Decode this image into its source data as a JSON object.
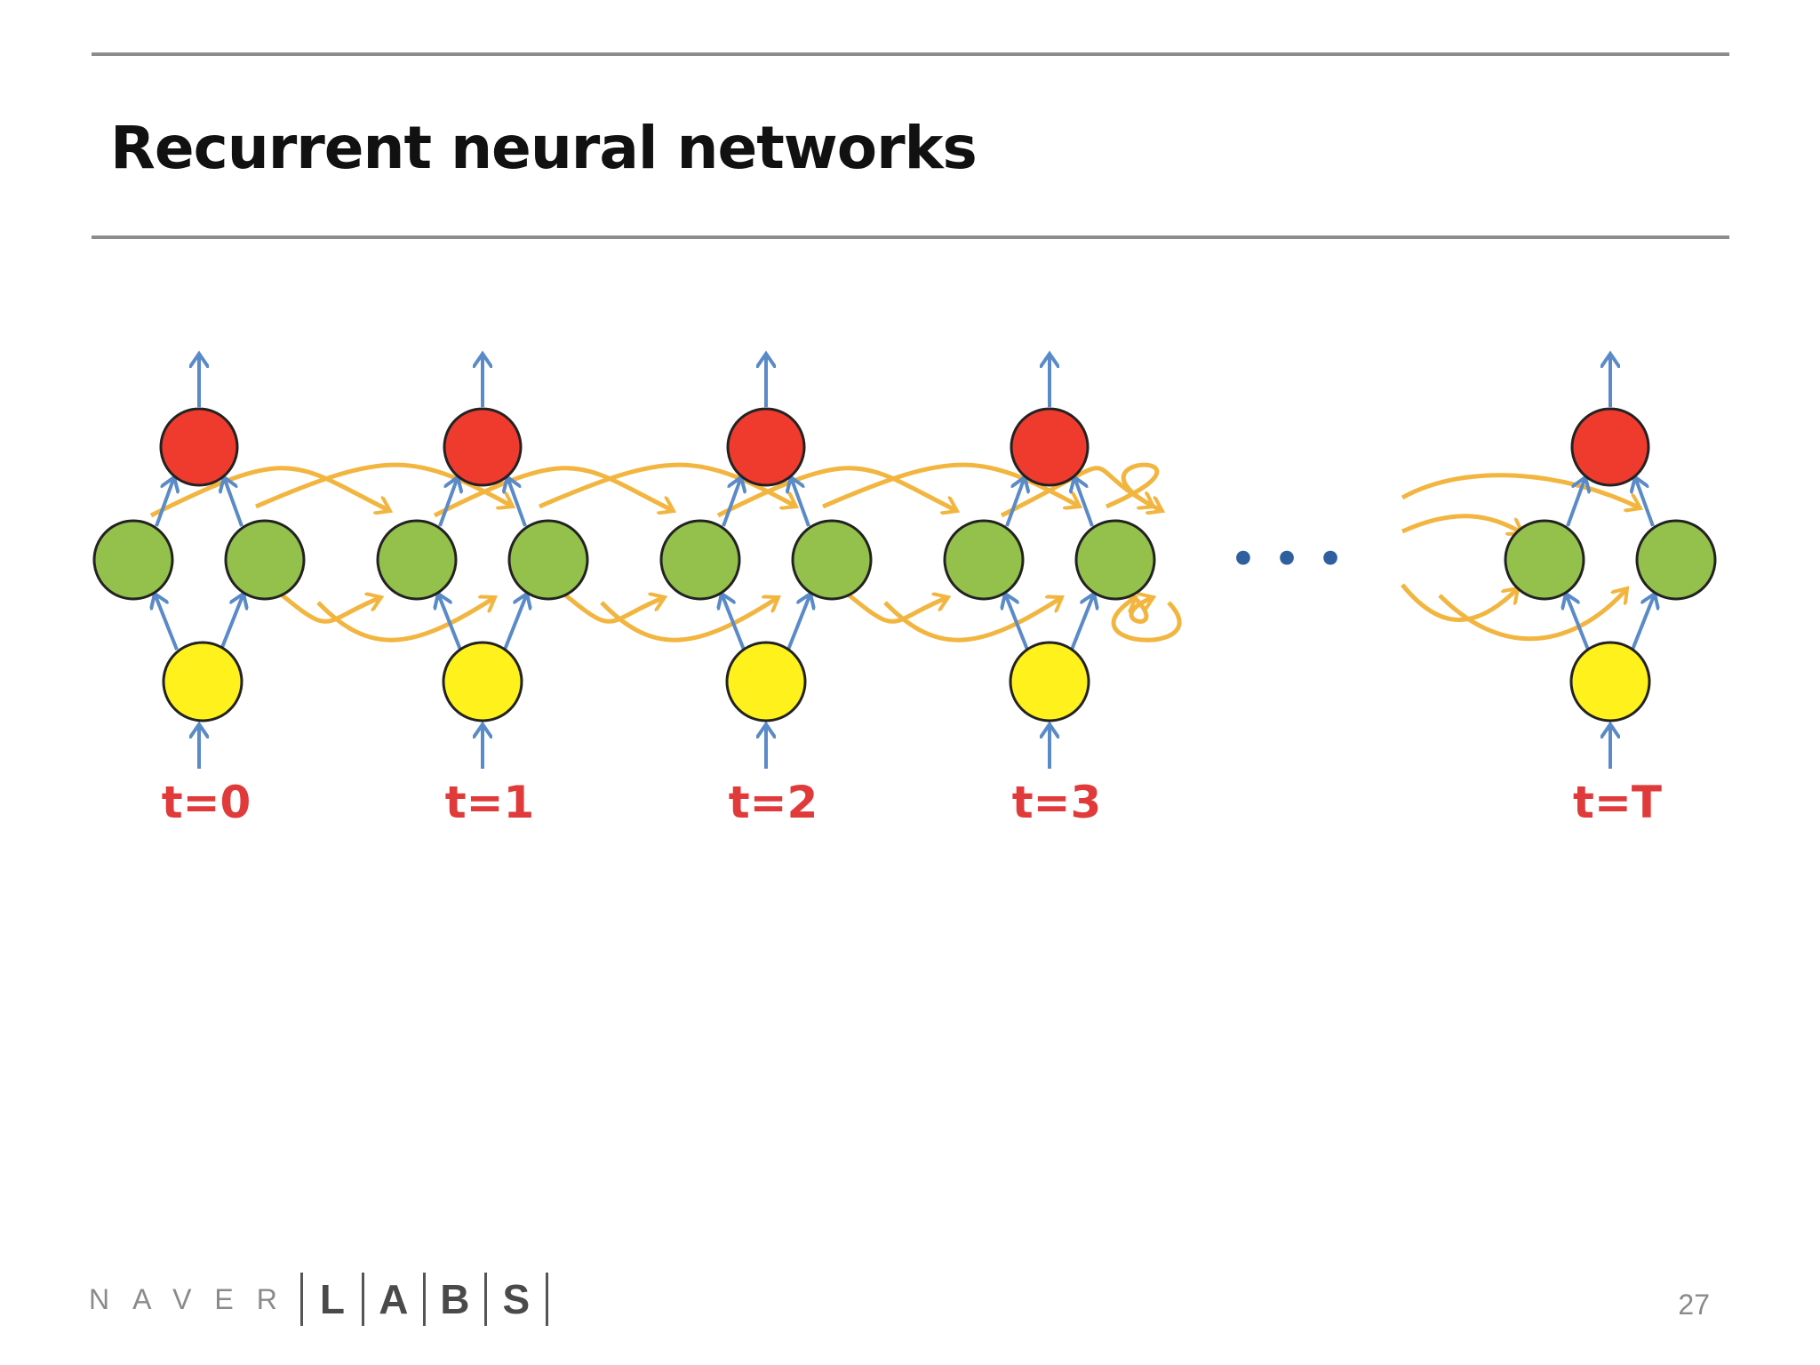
{
  "slide": {
    "title": "Recurrent neural networks",
    "page_number": "27"
  },
  "diagram": {
    "time_labels": [
      "t=0",
      "t=1",
      "t=2",
      "t=3",
      "t=T"
    ],
    "ellipsis": "• • •",
    "colors": {
      "output": "#ee3b2d",
      "hidden": "#93c14c",
      "input": "#fff21c",
      "forward_arrow": "#5a8ac7",
      "recurrent_arrow": "#f2b53f",
      "time_label": "#e03a3a",
      "ellipsis": "#2f5f9e"
    }
  },
  "footer": {
    "brand_text": "NAVER",
    "labs_letters": [
      "L",
      "A",
      "B",
      "S"
    ]
  }
}
